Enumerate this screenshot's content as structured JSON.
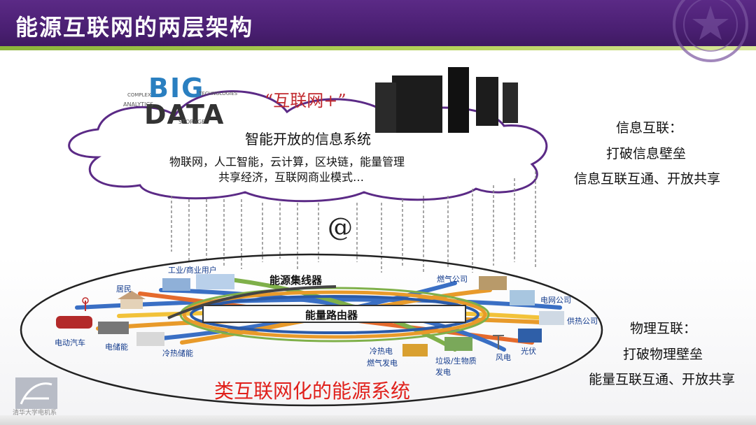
{
  "title": "能源互联网的两层架构",
  "info_layer": {
    "internet_plus": "“互联网+”",
    "heading": "智能开放的信息系统",
    "line1": "物联网，人工智能，云计算，区块链，能量管理",
    "line2": "共享经济，互联网商业模式…",
    "bigdata_big": "BIG",
    "bigdata_data": "DATA",
    "bigdata_words": [
      "ANALYTICS",
      "STORAGE",
      "TECHNOLOGIES",
      "COMPLEX"
    ]
  },
  "at_symbol": "@",
  "right_info": {
    "label": "信息互联：",
    "line1": "打破信息壁垒",
    "line2": "信息互联互通、开放共享"
  },
  "right_physical": {
    "label": "物理互联：",
    "line1": "打破物理壁垒",
    "line2": "能量互联互通、开放共享"
  },
  "physical_layer": {
    "concentrator": "能源集线器",
    "router": "能量路由器",
    "bottom_title": "类互联网化的能源系统",
    "nodes": {
      "industrial": "工业/商业用户",
      "resident": "居民",
      "ev": "电动汽车",
      "storage": "电储能",
      "cold_heat_storage": "冷热储能",
      "gas_company": "燃气公司",
      "grid_company": "电网公司",
      "heat_company": "供热公司",
      "chp_1": "冷热电",
      "chp_2": "燃气发电",
      "biomass_1": "垃圾/生物质",
      "biomass_2": "发电",
      "wind": "风电",
      "pv": "光伏"
    }
  },
  "footer_logo": "清华大学电机系",
  "colors": {
    "header": "#4a1f72",
    "accent_green": "#8bb43a",
    "bottom_title": "#e0201b",
    "internet_plus": "#c0282d",
    "node_text": "#123a8c"
  }
}
